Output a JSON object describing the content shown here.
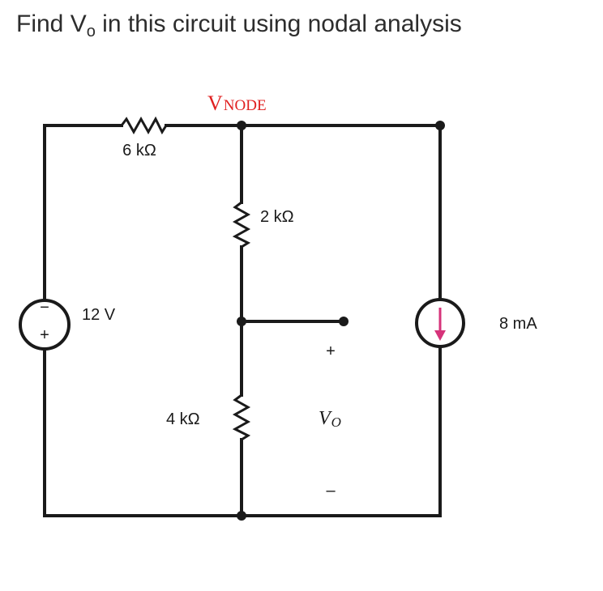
{
  "question": {
    "prefix": "Find V",
    "subscript": "o",
    "suffix": " in this circuit using nodal analysis"
  },
  "circuit": {
    "node_label": "VNODE",
    "node_label_main": "V",
    "node_label_sub": "NODE",
    "r1_label": "6 kΩ",
    "r2_label": "2 kΩ",
    "r3_label": "4 kΩ",
    "voltage_source_label": "12 V",
    "voltage_source_minus": "−",
    "voltage_source_plus": "+",
    "current_source_label": "8 mA",
    "output_label_main": "V",
    "output_label_sub": "O",
    "output_plus": "+",
    "output_minus": "–",
    "colors": {
      "wire": "#1a1a1a",
      "node_label": "#e02020",
      "current_arrow": "#d6337a"
    }
  }
}
